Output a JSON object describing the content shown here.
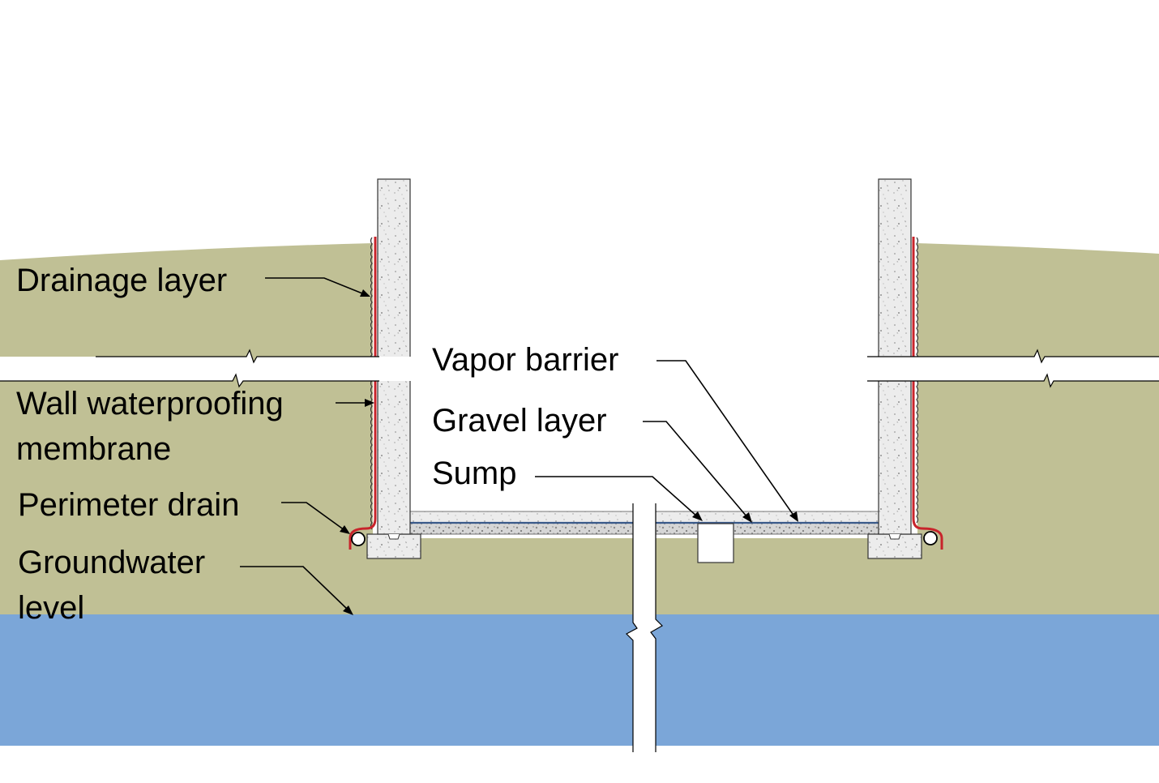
{
  "labels": {
    "drainage_layer": "Drainage layer",
    "wall_waterproofing_line1": "Wall waterproofing",
    "wall_waterproofing_line2": "membrane",
    "perimeter_drain": "Perimeter drain",
    "groundwater_line1": "Groundwater",
    "groundwater_line2": "level",
    "vapor_barrier": "Vapor barrier",
    "gravel_layer": "Gravel layer",
    "sump": "Sump"
  },
  "colors": {
    "soil": "#c0c095",
    "groundwater": "#7ba6d8",
    "waterproofing_membrane": "#c8242b",
    "concrete": "#ececec",
    "gravel": "#d3d3d3",
    "vapor_barrier": "#3a5a8a",
    "break_gap": "#ffffff",
    "line": "#000000"
  }
}
